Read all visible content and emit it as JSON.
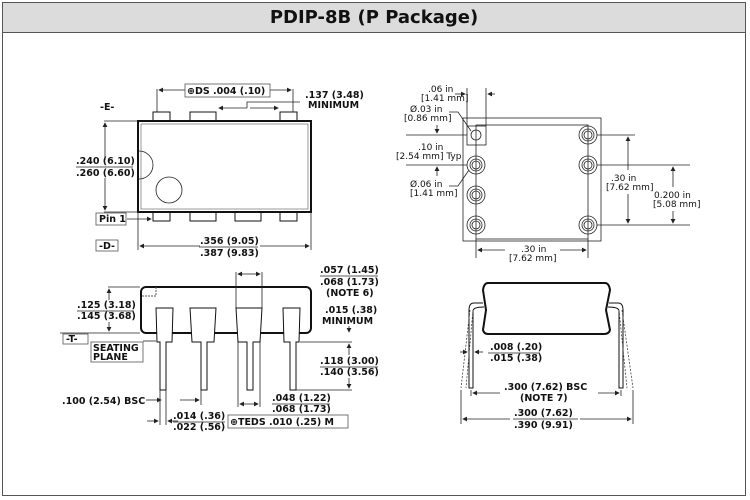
{
  "title": "PDIP-8B (P Package)",
  "top_view": {
    "datum_e": "-E-",
    "datum_d": "-D-",
    "pin1": "Pin 1",
    "tolerance": "⊕DS .004 (.10)",
    "min_spacing": ".137 (3.48)",
    "min_label": "MINIMUM",
    "width_min": ".240 (6.10)",
    "width_max": ".260 (6.60)",
    "length_min": ".356 (9.05)",
    "length_max": ".387 (9.83)"
  },
  "side_view": {
    "datum_t": "-T-",
    "seating_1": "SEATING",
    "seating_2": "PLANE",
    "height_min": ".125 (3.18)",
    "height_max": ".145 (3.68)",
    "shoulder_min": ".057 (1.45)",
    "shoulder_max": ".068 (1.73)",
    "note6": "(NOTE 6)",
    "standoff": ".015 (.38)",
    "standoff_label": "MINIMUM",
    "lead_len_min": ".118 (3.00)",
    "lead_len_max": ".140 (3.56)",
    "pitch": ".100 (2.54) BSC",
    "lead_w_min": ".014 (.36)",
    "lead_w_max": ".022 (.56)",
    "upper_w_min": ".048 (1.22)",
    "upper_w_max": ".068 (1.73)",
    "tolerance": "⊕TEDS .010 (.25) M"
  },
  "footprint": {
    "edge_in": ".06 in",
    "edge_mm": "[1.41 mm]",
    "drill_in": "Ø.03 in",
    "drill_mm": "[0.86 mm]",
    "pitch_in": ".10 in",
    "pitch_mm": "[2.54 mm] Typ",
    "pad_in": "Ø.06 in",
    "pad_mm": "[1.41 mm]",
    "row_in": ".30 in",
    "row_mm": "[7.62 mm]",
    "span_in": "0.200 in",
    "span_mm": "[5.08 mm]",
    "width_in": ".30 in",
    "width_mm": "[7.62 mm]"
  },
  "end_view": {
    "thick_min": ".008 (.20)",
    "thick_max": ".015 (.38)",
    "row": ".300 (7.62) BSC",
    "note7": "(NOTE 7)",
    "spread_min": ".300 (7.62)",
    "spread_max": ".390 (9.91)"
  }
}
